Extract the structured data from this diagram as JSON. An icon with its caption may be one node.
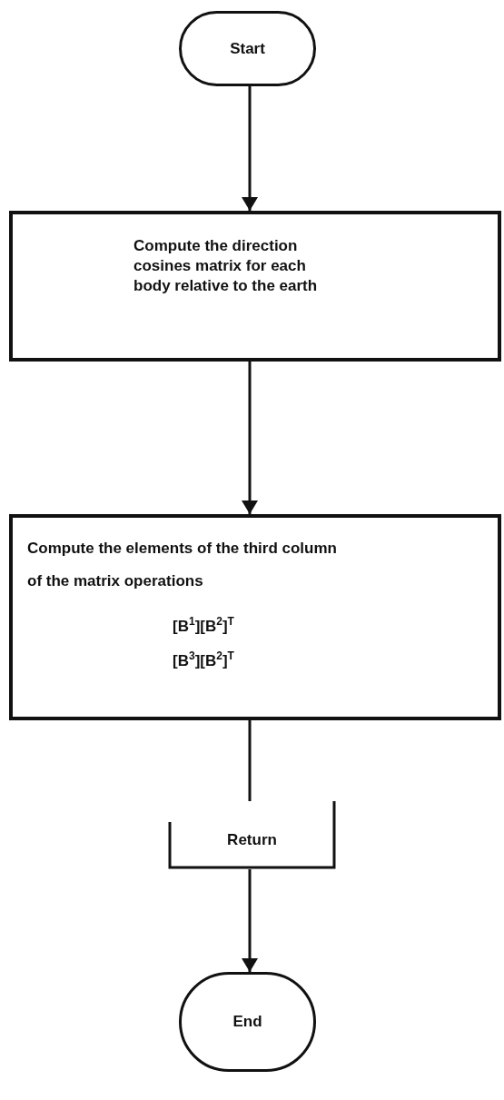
{
  "diagram": {
    "nodes": [
      {
        "text": [
          "Start"
        ]
      },
      {
        "text": [
          "Compute the direction cosines matrix for each body relative to the earth"
        ]
      },
      {
        "text": [
          "Compute the elements of the third column of the matrix operations",
          "[B$^{1}$][B$^{2}$]$^{T}$",
          "[B$^{3}$][B$^{2}$]$^{T}$"
        ]
      },
      {
        "text": [
          "Return"
        ]
      },
      {
        "text": [
          "End"
        ]
      }
    ],
    "edges": [
      {
        "from": 0,
        "to": 1,
        "arrow": "to"
      },
      {
        "from": 1,
        "to": 2,
        "arrow": "to"
      },
      {
        "from": 2,
        "to": 3,
        "arrow": "none"
      },
      {
        "from": 3,
        "to": 4,
        "arrow": "to"
      }
    ]
  }
}
